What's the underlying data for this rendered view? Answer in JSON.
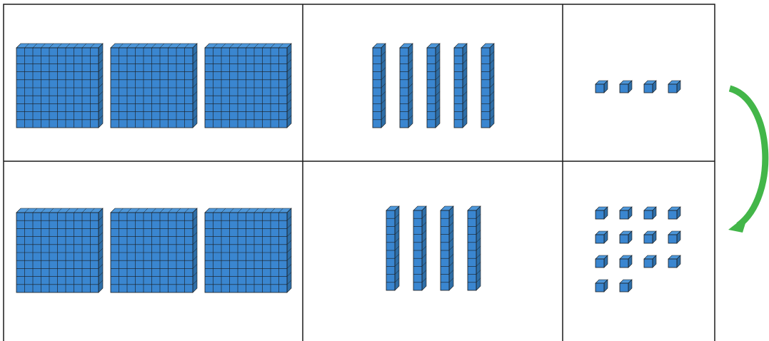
{
  "title": "",
  "colors": {
    "block": "#3a86d0",
    "block_top": "#4d97da",
    "block_side": "#2e6ea7",
    "grid_line": "#1a1a1a",
    "table_border": "#1a1a1a",
    "arrow": "#43b649",
    "background": "#ffffff"
  },
  "rows": [
    {
      "hundreds": 3,
      "tens": 5,
      "ones": 4
    },
    {
      "hundreds": 3,
      "tens": 4,
      "ones": 14
    }
  ],
  "exchange_arrow": {
    "icon": "curved-arrow-icon",
    "from": "row-1-ones",
    "to": "row-2-ones"
  }
}
